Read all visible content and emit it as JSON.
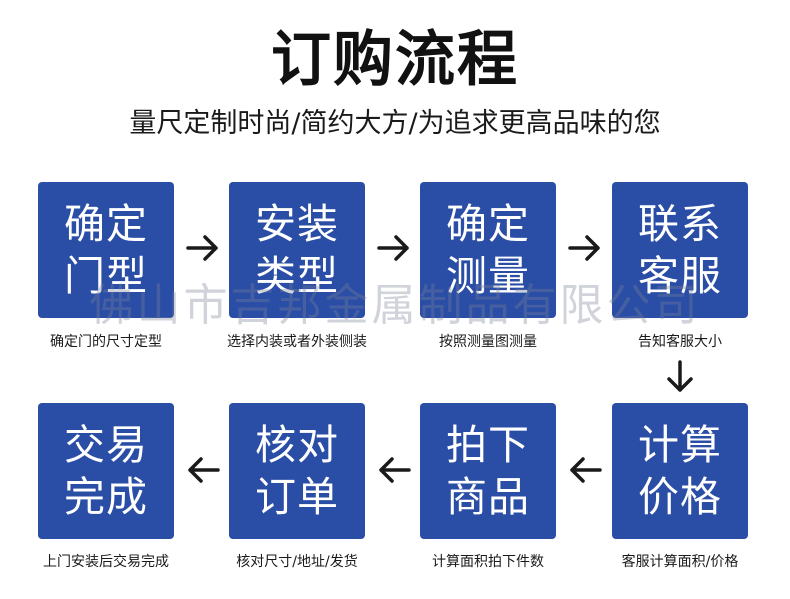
{
  "header": {
    "title": "订购流程",
    "subtitle": "量尺定制时尚/简约大方/为追求更高品味的您"
  },
  "steps": [
    {
      "line1": "确定",
      "line2": "门型",
      "caption": "确定门的尺寸定型"
    },
    {
      "line1": "安装",
      "line2": "类型",
      "caption": "选择内装或者外装侧装"
    },
    {
      "line1": "确定",
      "line2": "测量",
      "caption": "按照测量图测量"
    },
    {
      "line1": "联系",
      "line2": "客服",
      "caption": "告知客服大小"
    },
    {
      "line1": "计算",
      "line2": "价格",
      "caption": "客服计算面积/价格"
    },
    {
      "line1": "拍下",
      "line2": "商品",
      "caption": "计算面积拍下件数"
    },
    {
      "line1": "核对",
      "line2": "订单",
      "caption": "核对尺寸/地址/发货"
    },
    {
      "line1": "交易",
      "line2": "完成",
      "caption": "上门安装后交易完成"
    }
  ],
  "watermark": "佛山市吉邦金属制品有限公司",
  "colors": {
    "card": "#2a4da6",
    "text": "#1a1a1a"
  },
  "icons": {
    "arrow_right": "arrow-right-icon",
    "arrow_left": "arrow-left-icon",
    "arrow_down": "arrow-down-icon"
  }
}
